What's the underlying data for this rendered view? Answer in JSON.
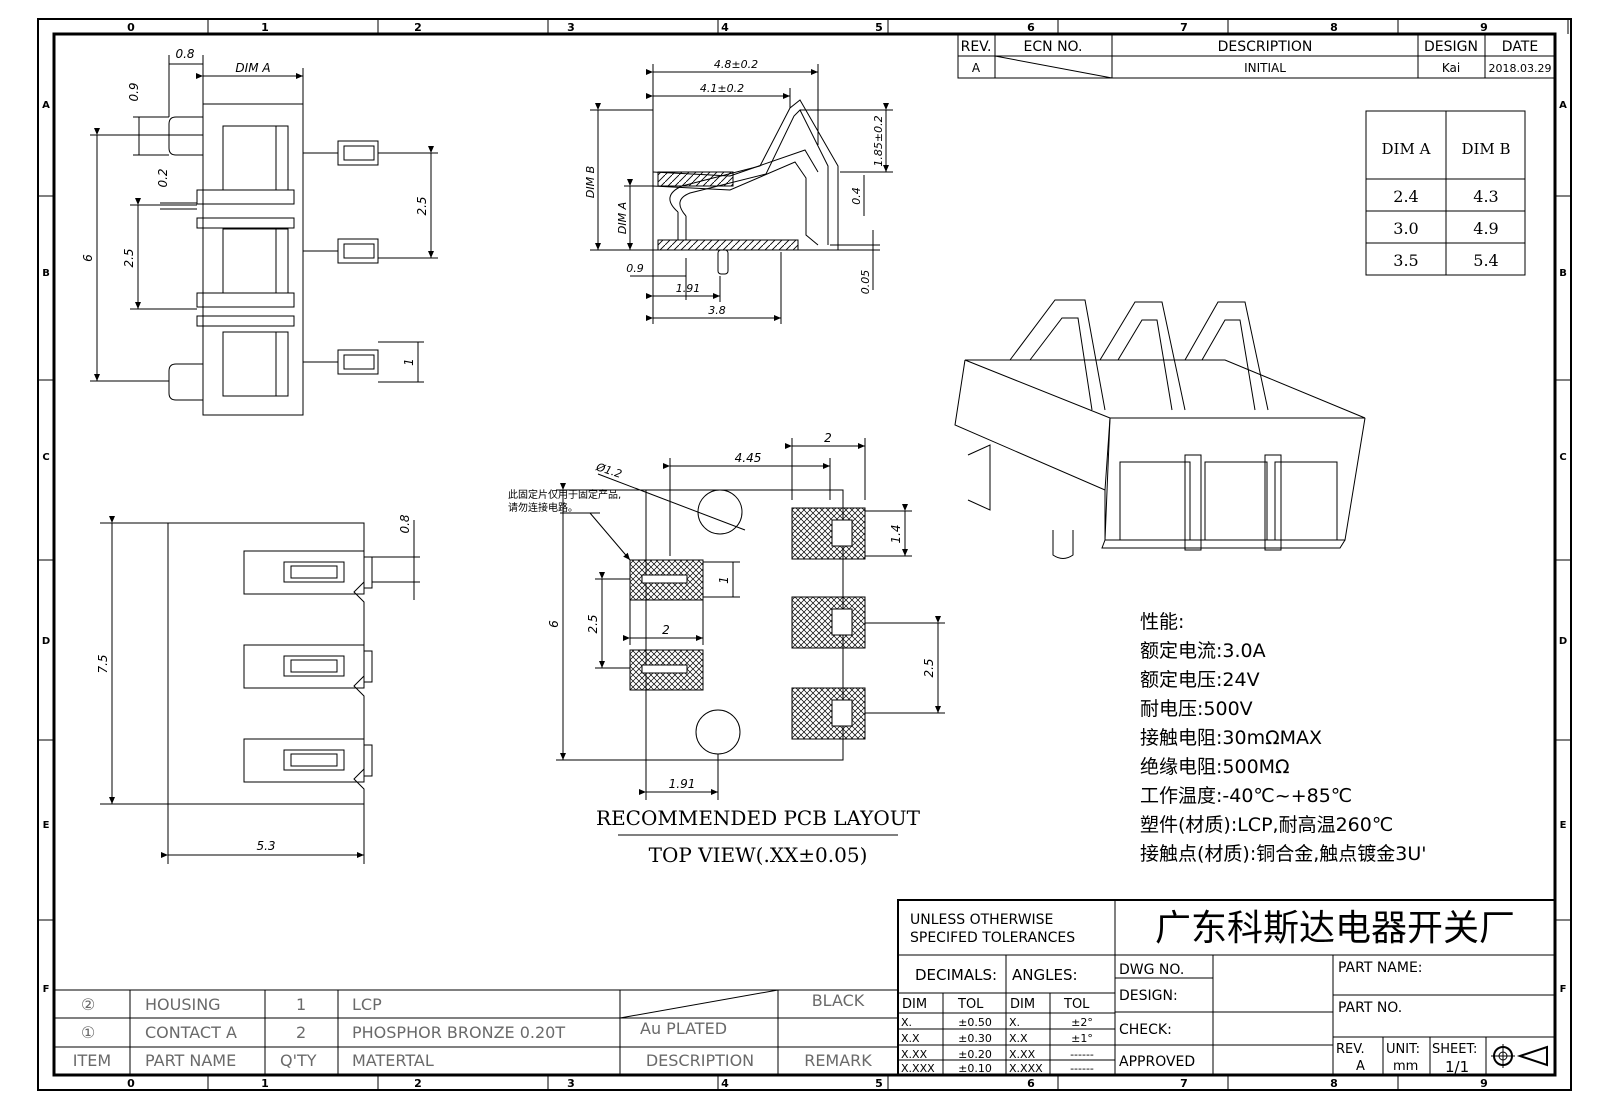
{
  "frame": {
    "col_labels": [
      "0",
      "1",
      "2",
      "3",
      "4",
      "5",
      "6",
      "7",
      "8",
      "9"
    ],
    "row_labels": [
      "A",
      "B",
      "C",
      "D",
      "E",
      "F"
    ]
  },
  "revision_table": {
    "headers": {
      "rev": "REV.",
      "ecn": "ECN NO.",
      "description": "DESCRIPTION",
      "design": "DESIGN",
      "date": "DATE"
    },
    "row": {
      "rev": "A",
      "description": "INITIAL",
      "design": "Kai",
      "date": "2018.03.29"
    }
  },
  "dim_table": {
    "headers": [
      "DIM A",
      "DIM B"
    ],
    "rows": [
      [
        "2.4",
        "4.3"
      ],
      [
        "3.0",
        "4.9"
      ],
      [
        "3.5",
        "5.4"
      ]
    ]
  },
  "top_view": {
    "dims": {
      "d08": "0.8",
      "dim_a": "DIM  A",
      "d09": "0.9",
      "d02": "0.2",
      "d6": "6",
      "d25a": "2.5",
      "d25b": "2.5",
      "d1": "1"
    }
  },
  "side_view": {
    "dims": {
      "w48": "4.8±0.2",
      "w41": "4.1±0.2",
      "h185": "1.85±0.2",
      "dim_b": "DIM  B",
      "dim_a": "DIM  A",
      "d04": "0.4",
      "d09": "0.9",
      "d191": "1.91",
      "d38": "3.8",
      "d005": "0.05"
    }
  },
  "front_view": {
    "dims": {
      "d08": "0.8",
      "d75": "7.5",
      "d53": "5.3"
    }
  },
  "pcb_layout": {
    "dims": {
      "dia": "Ø1.2",
      "d445": "4.45",
      "d2top": "2",
      "d14": "1.4",
      "d1": "1",
      "d25l": "2.5",
      "d2": "2",
      "d6": "6",
      "d25r": "2.5",
      "d191": "1.91"
    },
    "note_line1": "此固定片仅用于固定产品,",
    "note_line2": "请勿连接电路。",
    "title": "RECOMMENDED PCB LAYOUT",
    "subtitle": "TOP VIEW(.XX±0.05)"
  },
  "specs": {
    "heading": "性能:",
    "lines": [
      "额定电流:3.0A",
      "额定电压:24V",
      "耐电压:500V",
      "接触电阻:30mΩMAX",
      "绝缘电阻:500MΩ",
      "工作温度:-40℃~+85℃",
      "塑件(材质):LCP,耐高温260℃",
      "接触点(材质):铜合金,触点镀金3U'"
    ]
  },
  "title_block": {
    "company": "广东科斯达电器开关厂",
    "tolerance_note_1": "UNLESS  OTHERWISE",
    "tolerance_note_2": "SPECIFED  TOLERANCES",
    "decimals": "DECIMALS:",
    "angles": "ANGLES:",
    "dim": "DIM",
    "tol": "TOL",
    "decimal_rows": [
      [
        "X.",
        "±0.50"
      ],
      [
        "X.X",
        "±0.30"
      ],
      [
        "X.XX",
        "±0.20"
      ],
      [
        "X.XXX",
        "±0.10"
      ]
    ],
    "angle_rows": [
      [
        "X.",
        "±2°"
      ],
      [
        "X.X",
        "±1°"
      ],
      [
        "X.XX",
        "------"
      ],
      [
        "X.XXX",
        "------"
      ]
    ],
    "dwg_no": "DWG  NO.",
    "design": "DESIGN:",
    "check": "CHECK:",
    "approved": "APPROVED",
    "part_name": "PART  NAME:",
    "part_no": "PART  NO.",
    "rev": "REV.",
    "rev_value": "A",
    "unit": "UNIT:",
    "unit_value": "mm",
    "sheet": "SHEET:",
    "sheet_value": "1/1"
  },
  "bom": {
    "rows": [
      {
        "item": "②",
        "part": "HOUSING",
        "qty": "1",
        "material": "LCP",
        "description": "",
        "remark": "BLACK"
      },
      {
        "item": "①",
        "part": "CONTACT  A",
        "qty": "2",
        "material": "PHOSPHOR  BRONZE  0.20T",
        "description": "Au  PLATED",
        "remark": ""
      }
    ],
    "headers": {
      "item": "ITEM",
      "part": "PART  NAME",
      "qty": "Q'TY",
      "material": "MATERTAL",
      "description": "DESCRIPTION",
      "remark": "REMARK"
    }
  }
}
